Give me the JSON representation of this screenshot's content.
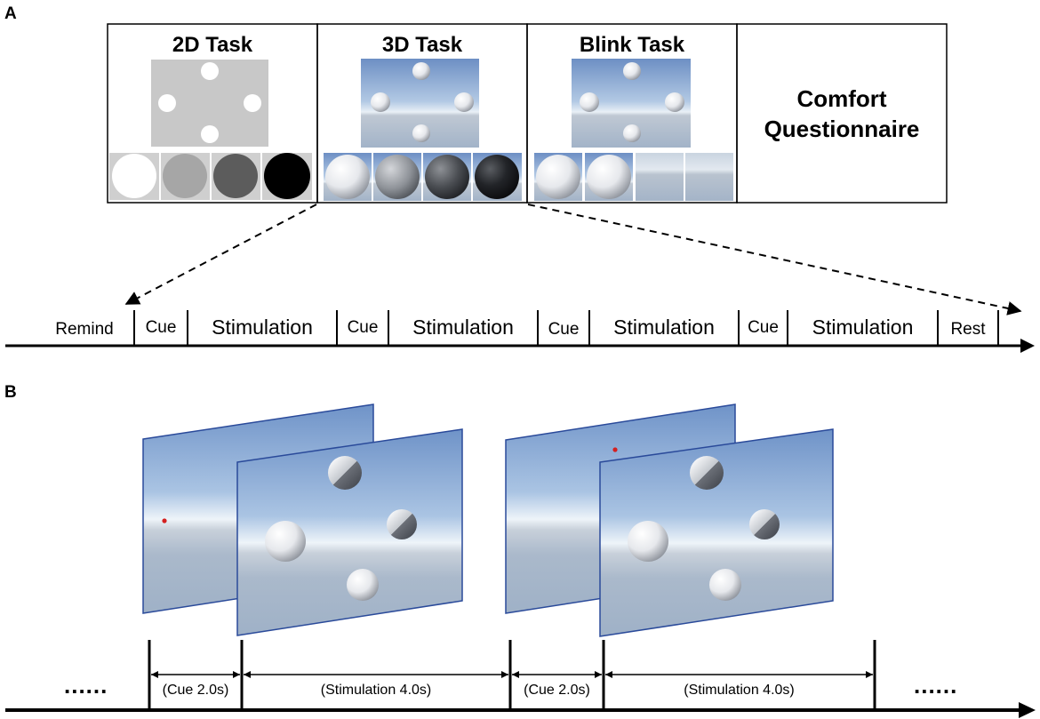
{
  "panels": {
    "a": "A",
    "b": "B"
  },
  "tasks": [
    {
      "title": "2D Task"
    },
    {
      "title": "3D Task"
    },
    {
      "title": "Blink Task"
    }
  ],
  "questionnaire": {
    "line1": "Comfort",
    "line2": "Questionnaire"
  },
  "timeline_a": {
    "segments": [
      "Remind",
      "Cue",
      "Stimulation",
      "Cue",
      "Stimulation",
      "Cue",
      "Stimulation",
      "Cue",
      "Stimulation",
      "Rest"
    ]
  },
  "timeline_b": {
    "durations": [
      "(Cue 2.0s)",
      "(Stimulation 4.0s)",
      "(Cue 2.0s)",
      "(Stimulation 4.0s)"
    ],
    "ellipsis_left": "......",
    "ellipsis_right": "......"
  },
  "colors": {
    "sky_top": "#6f93c8",
    "sky_horizon": "#e4eef6",
    "ground": "#a7b7cb",
    "frame_border": "#2a4a9a",
    "gray_panel": "#c8c8c8",
    "cue_dot": "#d42020"
  }
}
